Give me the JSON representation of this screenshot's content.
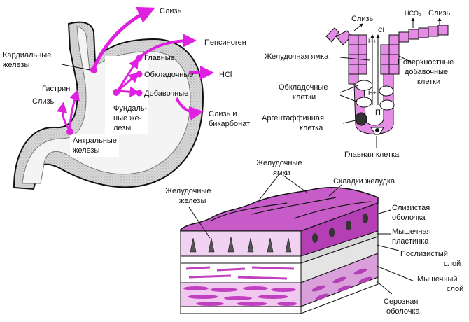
{
  "stomach": {
    "top_mucus": "Слизь",
    "pepsinogen": "Пепсиноген",
    "cardiac": [
      "Кардиальные",
      "железы"
    ],
    "main": "Главные",
    "parietal": "Обкладочные",
    "hcl": "HCl",
    "accessory": "Добавочные",
    "fundic": [
      "Фундаль-",
      "ные же-",
      "лезы"
    ],
    "gastrin": "Гастрин",
    "mucus_left": "Слизь",
    "antral": [
      "Антральные",
      "железы"
    ],
    "mucus_bicarb": [
      "Слизь и",
      "бикарбонат"
    ]
  },
  "pit": {
    "mucus_left": "Слизь",
    "hco3": "HCO₃",
    "mucus_right": "Слизь",
    "cl": "Cl⁻",
    "h_plus": "H+",
    "gastric_pit": "Желудочная ямка",
    "surface_accessory": [
      "Поверхностные",
      "добавочные",
      "клетки"
    ],
    "parietal_cells": [
      "Обкладочные",
      "клетки"
    ],
    "h_plus_2": "H+",
    "argentaffin": [
      "Аргентаффинная",
      "клетка"
    ],
    "p_letter": "П",
    "chief_cell": "Главная клетка"
  },
  "wall": {
    "gastric_pits": [
      "Желудочные",
      "ямки"
    ],
    "gastric_glands": [
      "Желудочные",
      "железы"
    ],
    "folds": "Складки желудка",
    "mucosa": [
      "Слизистая",
      "оболочка"
    ],
    "muscularis_mucosae": [
      "Мышечная",
      "пластинка"
    ],
    "submucosa": [
      "Послизистый",
      "слой"
    ],
    "muscular": [
      "Мышечный",
      "слой"
    ],
    "serosa": [
      "Серозная",
      "оболочка"
    ]
  },
  "colors": {
    "magenta": "#e020e0",
    "cell_pink": "#e58ce6",
    "cell_purple": "#b43eb4",
    "outline": "#111111",
    "stomach_gray": "#dddddd"
  }
}
